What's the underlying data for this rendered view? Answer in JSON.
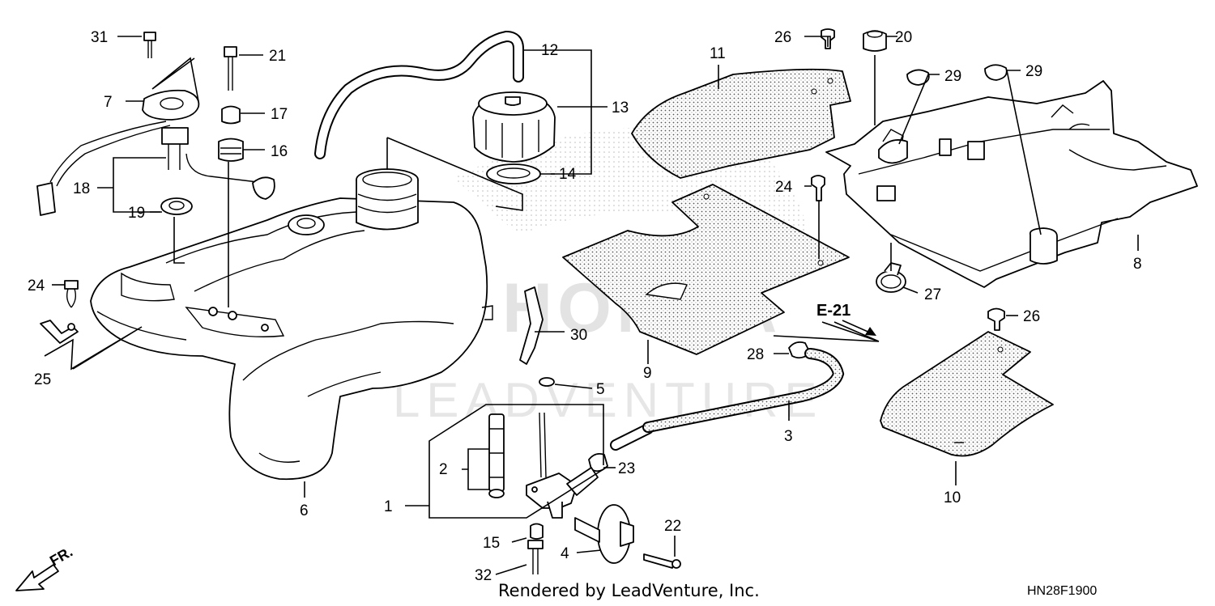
{
  "callouts": [
    {
      "id": "1",
      "text": "1"
    },
    {
      "id": "2",
      "text": "2"
    },
    {
      "id": "3",
      "text": "3"
    },
    {
      "id": "4",
      "text": "4"
    },
    {
      "id": "5",
      "text": "5"
    },
    {
      "id": "6",
      "text": "6"
    },
    {
      "id": "7",
      "text": "7"
    },
    {
      "id": "8",
      "text": "8"
    },
    {
      "id": "9",
      "text": "9"
    },
    {
      "id": "10",
      "text": "10"
    },
    {
      "id": "11",
      "text": "11"
    },
    {
      "id": "12",
      "text": "12"
    },
    {
      "id": "13",
      "text": "13"
    },
    {
      "id": "14",
      "text": "14"
    },
    {
      "id": "15",
      "text": "15"
    },
    {
      "id": "16",
      "text": "16"
    },
    {
      "id": "17",
      "text": "17"
    },
    {
      "id": "18",
      "text": "18"
    },
    {
      "id": "19",
      "text": "19"
    },
    {
      "id": "20",
      "text": "20"
    },
    {
      "id": "21",
      "text": "21"
    },
    {
      "id": "22",
      "text": "22"
    },
    {
      "id": "23",
      "text": "23"
    },
    {
      "id": "24a",
      "text": "24"
    },
    {
      "id": "24b",
      "text": "24"
    },
    {
      "id": "25",
      "text": "25"
    },
    {
      "id": "26a",
      "text": "26"
    },
    {
      "id": "26b",
      "text": "26"
    },
    {
      "id": "27",
      "text": "27"
    },
    {
      "id": "28",
      "text": "28"
    },
    {
      "id": "29a",
      "text": "29"
    },
    {
      "id": "29b",
      "text": "29"
    },
    {
      "id": "30",
      "text": "30"
    },
    {
      "id": "31",
      "text": "31"
    },
    {
      "id": "32",
      "text": "32"
    }
  ],
  "reference": "E-21",
  "direction": "FR.",
  "credit": "Rendered by LeadVenture, Inc.",
  "diagram_code": "HN28F1900",
  "watermark": {
    "brand": "HONDA",
    "dealer": "LEADVENTURE"
  }
}
